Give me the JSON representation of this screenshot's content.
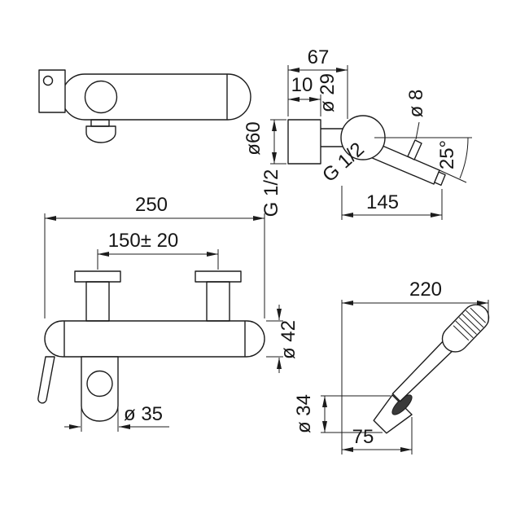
{
  "drawing": {
    "colors": {
      "line": "#1c1c1c",
      "background": "#ffffff"
    },
    "side_view": {
      "dim_67": "67",
      "dim_10": "10",
      "dim_d29": "ø 29",
      "dim_d60": "ø60",
      "g12_inlet": "G 1/2",
      "g12_spout": "G 1/2",
      "dim_d8": "ø 8",
      "angle_25": "25°",
      "dim_145": "145"
    },
    "front_view": {
      "dim_250": "250",
      "dim_150": "150± 20",
      "dim_d42": "ø 42",
      "dim_d35": "ø 35"
    },
    "shower_view": {
      "dim_220": "220",
      "dim_d34": "ø 34",
      "dim_75": "75"
    }
  }
}
